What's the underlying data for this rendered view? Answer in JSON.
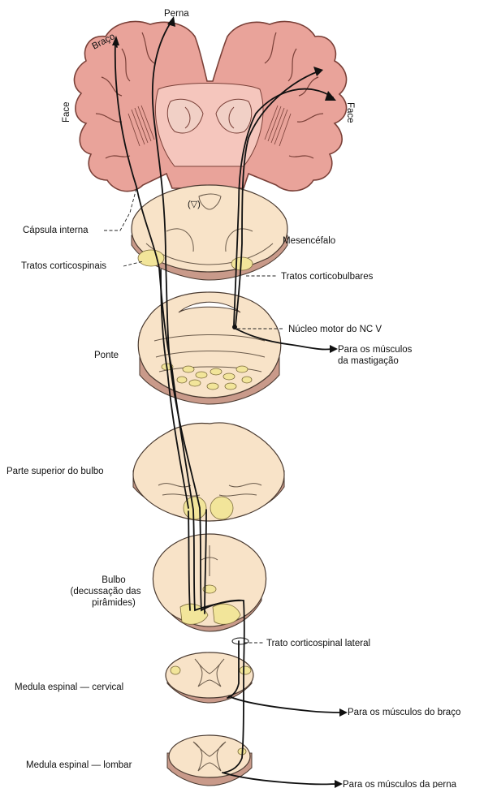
{
  "labels": {
    "perna": "Perna",
    "braco": "Braço",
    "face_left": "Face",
    "face_right": "Face",
    "capsula": "Cápsula interna",
    "mesencefalo": "Mesencéfalo",
    "corticospinais": "Tratos corticospinais",
    "corticobulbares": "Tratos corticobulbares",
    "nucleo": "Núcleo motor do NC V",
    "mastig_1": "Para os músculos",
    "mastig_2": "da mastigação",
    "ponte": "Ponte",
    "bulbo_sup": "Parte superior do bulbo",
    "bulbo_1": "Bulbo",
    "bulbo_2": "(decussação das",
    "bulbo_3": "pirâmides)",
    "lateral": "Trato corticospinal lateral",
    "cervical": "Medula espinal — cervical",
    "braco_musc": "Para os músculos do braço",
    "lombar": "Medula espinal — lombar",
    "perna_musc": "Para os músculos da perna"
  },
  "colors": {
    "cortex": "#e9a39a",
    "cortex_stroke": "#7a4038",
    "tissue": "#f8e3c8",
    "cut_edge": "#c99a8a",
    "tract_zone": "#f2e59a",
    "line": "#111111"
  }
}
